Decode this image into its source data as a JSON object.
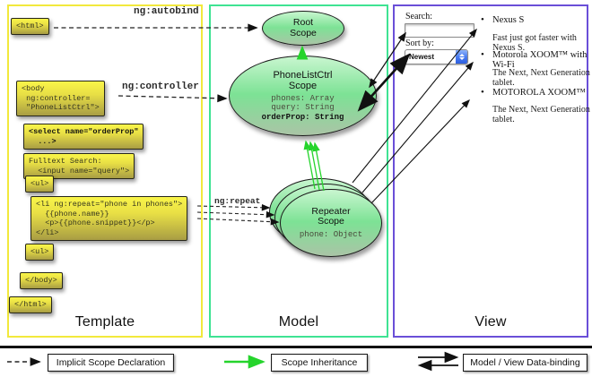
{
  "regions": {
    "template": {
      "label": "Template",
      "border_color": "#f2e93c"
    },
    "model": {
      "label": "Model",
      "border_color": "#3fe393"
    },
    "view": {
      "label": "View",
      "border_color": "#6a4fd8"
    }
  },
  "annotations": {
    "autobind": "ng:autobind",
    "controller": "ng:controller",
    "repeat": "ng:repeat"
  },
  "template_code": {
    "html_open": "<html>",
    "body_open": "<body\n ng:controller=\n \"PhoneListCtrl\">",
    "select": "<select name=\"orderProp\"\n  ...>",
    "fulltext": "Fulltext Search:\n  <input name=\"query\">",
    "ul_open": "<ul>",
    "li_repeat": "<li ng:repeat=\"phone in phones\">\n  {{phone.name}}\n  <p>{{phone.snippet}}</p>\n</li>",
    "ul_close": "<ul>",
    "body_close": "</body>",
    "html_close": "</html>"
  },
  "scopes": {
    "root": {
      "title": "Root\nScope"
    },
    "phonelist": {
      "title": "PhoneListCtrl\nScope",
      "prop1": "phones: Array",
      "prop2": "query: String",
      "prop3": "orderProp: String"
    },
    "repeater": {
      "title": "Repeater\nScope",
      "prop1": "phone: Object"
    }
  },
  "view_panel": {
    "search_label": "Search:",
    "search_value": "",
    "sort_label": "Sort by:",
    "sort_value": "Newest",
    "bullet": "•",
    "items": [
      {
        "title": "Nexus S",
        "desc": "Fast just got faster with Nexus S."
      },
      {
        "title": "Motorola XOOM™ with Wi-Fi",
        "desc": "The Next, Next Generation tablet."
      },
      {
        "title": "MOTOROLA XOOM™",
        "desc": "The Next, Next Generation tablet."
      }
    ]
  },
  "legend": {
    "implicit": "Implicit Scope Declaration",
    "inheritance": "Scope Inheritance",
    "databinding": "Model / View Data-binding"
  },
  "colors": {
    "scope_green_arrow": "#25d42c",
    "yellow_box_top": "#faf549",
    "ellipse_green": "#7de295"
  }
}
